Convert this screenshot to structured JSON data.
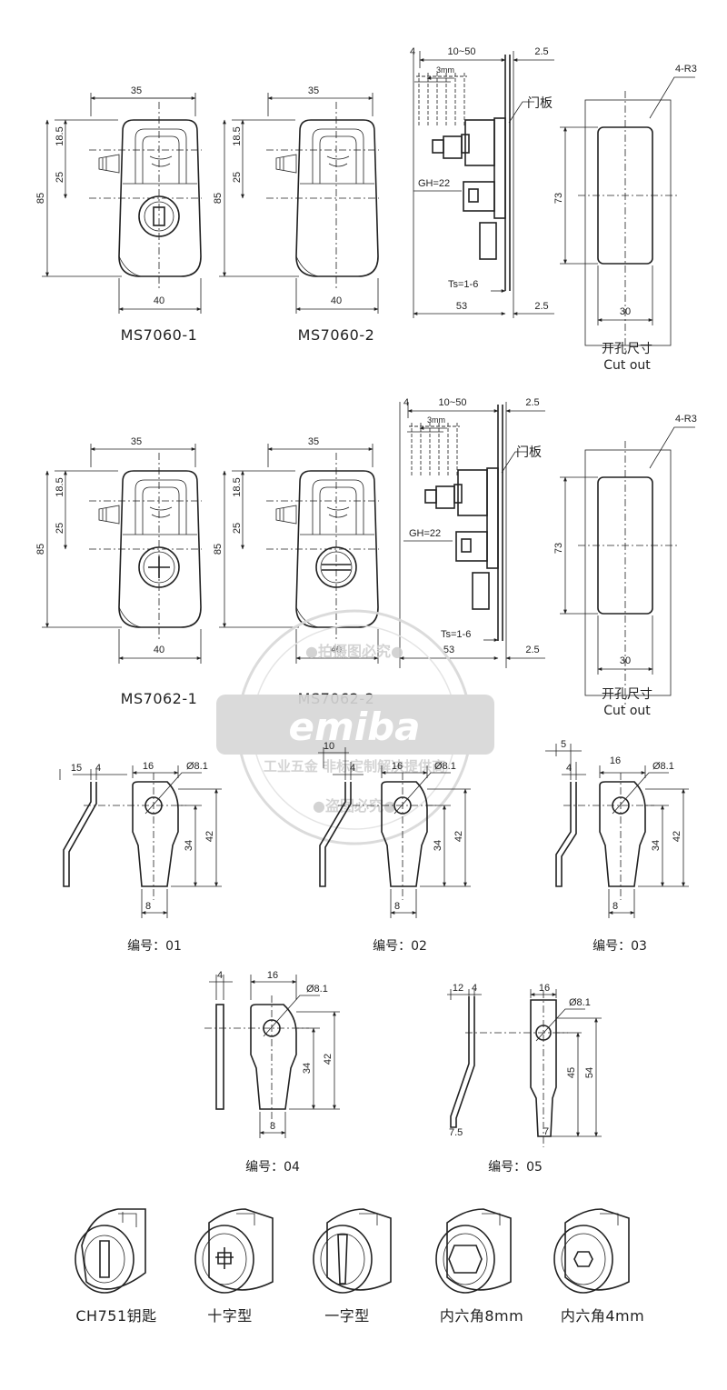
{
  "top_row": {
    "views": [
      {
        "caption": "MS7060-1",
        "dims": {
          "width_top": "35",
          "d1": "18.5",
          "d2": "25",
          "height": "85",
          "width_bottom": "40"
        },
        "insert": "key"
      },
      {
        "caption": "MS7060-2",
        "dims": {
          "width_top": "35",
          "d1": "18.5",
          "d2": "25",
          "height": "85",
          "width_bottom": "40"
        },
        "insert": "blank"
      }
    ],
    "side": {
      "range": "10~50",
      "left_offset": "4",
      "top_right": "2.5",
      "travel": "3mm",
      "door_label": "门板",
      "gh": "GH=22",
      "ts": "Ts=1-6",
      "depth": "53",
      "bottom_right": "2.5"
    },
    "cutout": {
      "radius": "4-R3",
      "height": "73",
      "width": "30",
      "title_cn": "开孔尺寸",
      "title_en": "Cut out"
    }
  },
  "mid_row": {
    "views": [
      {
        "caption": "MS7062-1",
        "dims": {
          "width_top": "35",
          "d1": "18.5",
          "d2": "25",
          "height": "85",
          "width_bottom": "40"
        },
        "insert": "cross"
      },
      {
        "caption": "MS7062-2",
        "dims": {
          "width_top": "35",
          "d1": "18.5",
          "d2": "25",
          "height": "85",
          "width_bottom": "40"
        },
        "insert": "slot"
      }
    ],
    "side": {
      "range": "10~50",
      "left_offset": "4",
      "top_right": "2.5",
      "travel": "3mm",
      "door_label": "门板",
      "gh": "GH=22",
      "ts": "Ts=1-6",
      "depth": "53",
      "bottom_right": "2.5"
    },
    "cutout": {
      "radius": "4-R3",
      "height": "73",
      "width": "30",
      "title_cn": "开孔尺寸",
      "title_en": "Cut out"
    }
  },
  "cams": [
    {
      "caption": "编号：01",
      "offset": "15",
      "thick": "4",
      "width": "16",
      "hole": "Ø8.1",
      "h1": "34",
      "h2": "42",
      "tip": "8"
    },
    {
      "caption": "编号：02",
      "offset": "10",
      "thick": "4",
      "width": "16",
      "hole": "Ø8.1",
      "h1": "34",
      "h2": "42",
      "tip": "8"
    },
    {
      "caption": "编号：03",
      "offset": "5",
      "thick": "4",
      "width": "16",
      "hole": "Ø8.1",
      "h1": "34",
      "h2": "42",
      "tip": "8"
    },
    {
      "caption": "编号：04",
      "thick": "4",
      "width": "16",
      "hole": "Ø8.1",
      "h1": "34",
      "h2": "42",
      "tip": "8"
    },
    {
      "caption": "编号：05",
      "offset": "12",
      "thick": "4",
      "width": "16",
      "hole": "Ø8.1",
      "h1": "45",
      "h2": "54",
      "tip": "7",
      "bend": "7.5"
    }
  ],
  "inserts": [
    {
      "caption": "CH751钥匙",
      "icon": "key-insert-icon"
    },
    {
      "caption": "十字型",
      "icon": "cross-insert-icon"
    },
    {
      "caption": "一字型",
      "icon": "slot-insert-icon"
    },
    {
      "caption": "内六角8mm",
      "icon": "hex8-insert-icon"
    },
    {
      "caption": "内六角4mm",
      "icon": "hex4-insert-icon"
    }
  ],
  "watermark": {
    "brand": "emiba",
    "line1": "工业五金 非标定制解决提供商",
    "ring_top": "●拍摄图必究●",
    "ring_bottom": "●盗图必究●"
  },
  "colors": {
    "line": "#222222",
    "watermark": "#cfcfcf",
    "background": "#ffffff"
  }
}
